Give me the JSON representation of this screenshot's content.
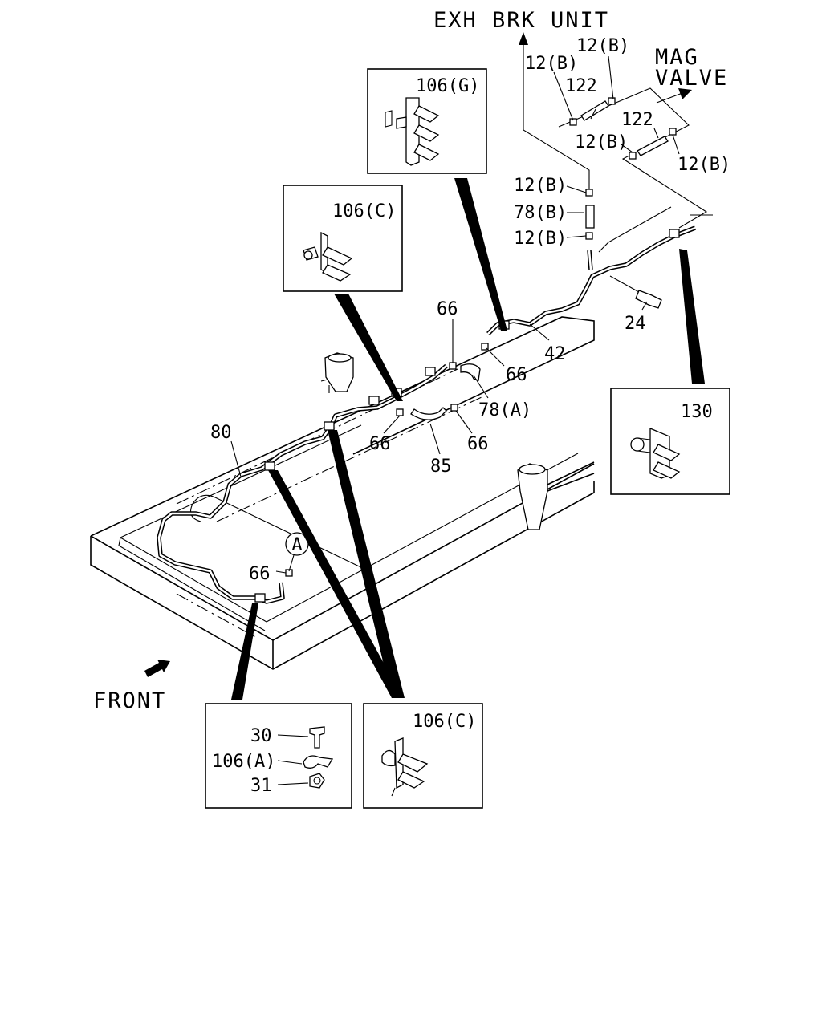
{
  "callouts": {
    "exh_brk_unit": "EXH BRK UNIT",
    "mag": "MAG",
    "valve": "VALVE",
    "front": "FRONT"
  },
  "parts": {
    "p12b_a": "12(B)",
    "p12b_b": "12(B)",
    "p122_a": "122",
    "p122_b": "122",
    "p12b_c": "12(B)",
    "p12b_d": "12(B)",
    "p12b_e": "12(B)",
    "p78b": "78(B)",
    "p12b_f": "12(B)",
    "p106g": "106(G)",
    "p106c_top": "106(C)",
    "p66_a": "66",
    "p66_b": "66",
    "p42": "42",
    "p24": "24",
    "p78a": "78(A)",
    "p66_c": "66",
    "p66_d": "66",
    "p85": "85",
    "p80": "80",
    "p130": "130",
    "p66_e": "66",
    "ref_a": "A",
    "p30": "30",
    "p106a": "106(A)",
    "p31": "31",
    "p106c_bottom": "106(C)"
  },
  "icons": [
    "arrow-up-icon",
    "arrow-right-icon",
    "front-arrow-icon"
  ]
}
